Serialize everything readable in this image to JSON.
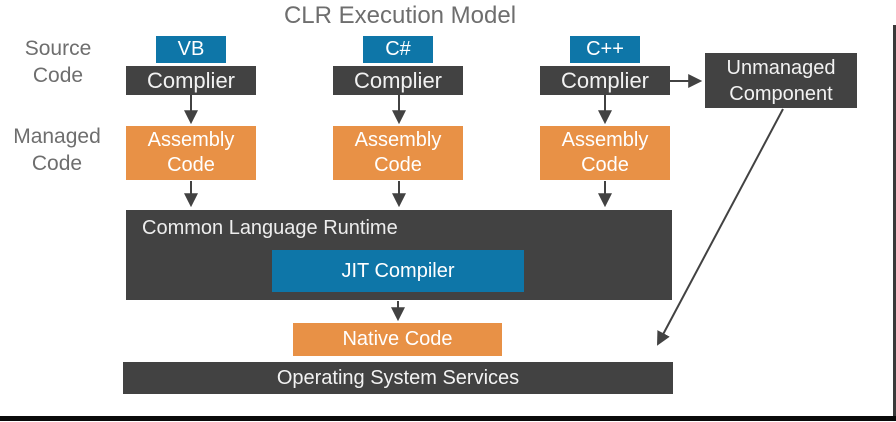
{
  "title": "CLR Execution Model",
  "colors": {
    "blue": "#0e76a8",
    "orange": "#e89146",
    "dark": "#424242",
    "label-gray": "#6e6e6e",
    "box-text": "#f2f2f2"
  },
  "side_labels": {
    "source": "Source Code",
    "managed": "Managed Code"
  },
  "columns": [
    {
      "lang": "VB",
      "compiler": "Complier",
      "assembly": "Assembly Code"
    },
    {
      "lang": "C#",
      "compiler": "Complier",
      "assembly": "Assembly Code"
    },
    {
      "lang": "C++",
      "compiler": "Complier",
      "assembly": "Assembly Code"
    }
  ],
  "unmanaged_component": "Unmanaged Component",
  "clr": {
    "label": "Common Language Runtime",
    "jit": "JIT Compiler"
  },
  "native_code": "Native Code",
  "os_services": "Operating System Services"
}
